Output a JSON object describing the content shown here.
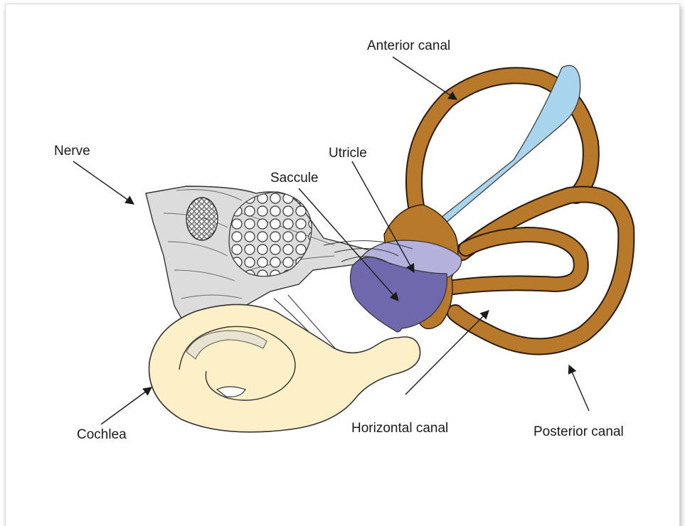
{
  "labels": {
    "anterior_canal": "Anterior canal",
    "nerve": "Nerve",
    "utricle": "Utricle",
    "saccule": "Saccule",
    "cochlea": "Cochlea",
    "horizontal_canal": "Horizontal canal",
    "posterior_canal": "Posterior canal"
  },
  "colors": {
    "canal": "#b87a2a",
    "canal_outline": "#2b1c0a",
    "utricle": "#b4b2dc",
    "saccule": "#7068ad",
    "cochlea": "#fdf0c8",
    "nerve": "#dcdcdc",
    "endolymphatic": "#a9d4ee"
  }
}
